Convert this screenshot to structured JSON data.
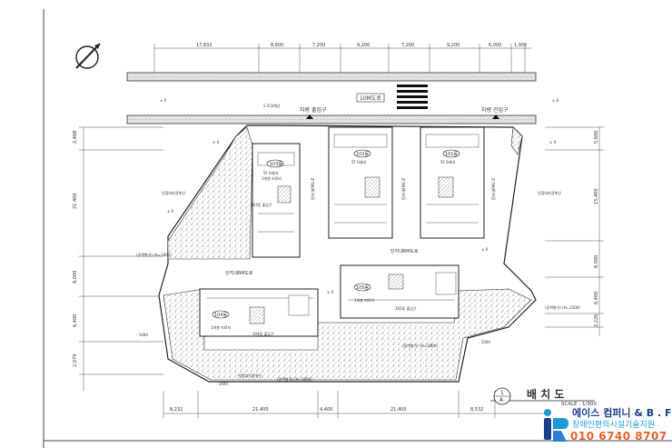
{
  "title": {
    "number": "1",
    "letter": "A",
    "name": "배 치 도",
    "scale": "SCALE : 1/300"
  },
  "top_dims": [
    "17,832",
    "8,600",
    "7,200",
    "9,200",
    "7,200",
    "9,200",
    "6,000",
    "1,000"
  ],
  "bottom_dims": [
    "8,232",
    "21,400",
    "4,400",
    "21,400",
    "8,532"
  ],
  "left_dims": [
    "2,468",
    "21,400",
    "8,000",
    "6,400",
    "2,079"
  ],
  "right_dims": [
    "5,600",
    "15,400",
    "8,000",
    "6,400",
    "2,226"
  ],
  "road": {
    "label": "10M도로",
    "entry_left": "차량 출입구",
    "entry_right": "차량 진입구"
  },
  "buildings": {
    "b101": "101동",
    "b102": "102동",
    "b103": "103동",
    "b104": "104동",
    "b105": "105동",
    "e103": "103동 출입구",
    "e104": "104동 출입구",
    "e105": "105동 출입구",
    "ground_small": "1개층 피로티",
    "floor_note": "5F 6세대"
  },
  "labels": {
    "complex_road_h1": "단지내6M도로",
    "complex_road_h2": "단지내6M도로",
    "complex_road_v1": "단지내6M도로",
    "complex_road_v2": "단지내6M도로",
    "complex_road_v3": "단지내6M도로",
    "boundary_left": "인접대지경계선",
    "boundary_right": "인접대지경계선",
    "boundary_top": "도로경계선",
    "boundary_bottom": "인접대지경계선",
    "retaining_1": "(옹벽쌓기)\n(H=1800)",
    "retaining_2": "(옹벽쌓기)\n(H=1600)",
    "retaining_3": "(옹벽쌓기)\n(H=1800)",
    "retaining_4": "(옹벽쌓기)\n(H=1500)",
    "level_0": "± 0",
    "level_minus": "- 1400",
    "level_minus2": "- 1500"
  },
  "brand": {
    "name": "에이스 컴퍼니 & B . F",
    "tagline": "장애인편의시설기술지원",
    "phone": "010 6740 8707"
  }
}
